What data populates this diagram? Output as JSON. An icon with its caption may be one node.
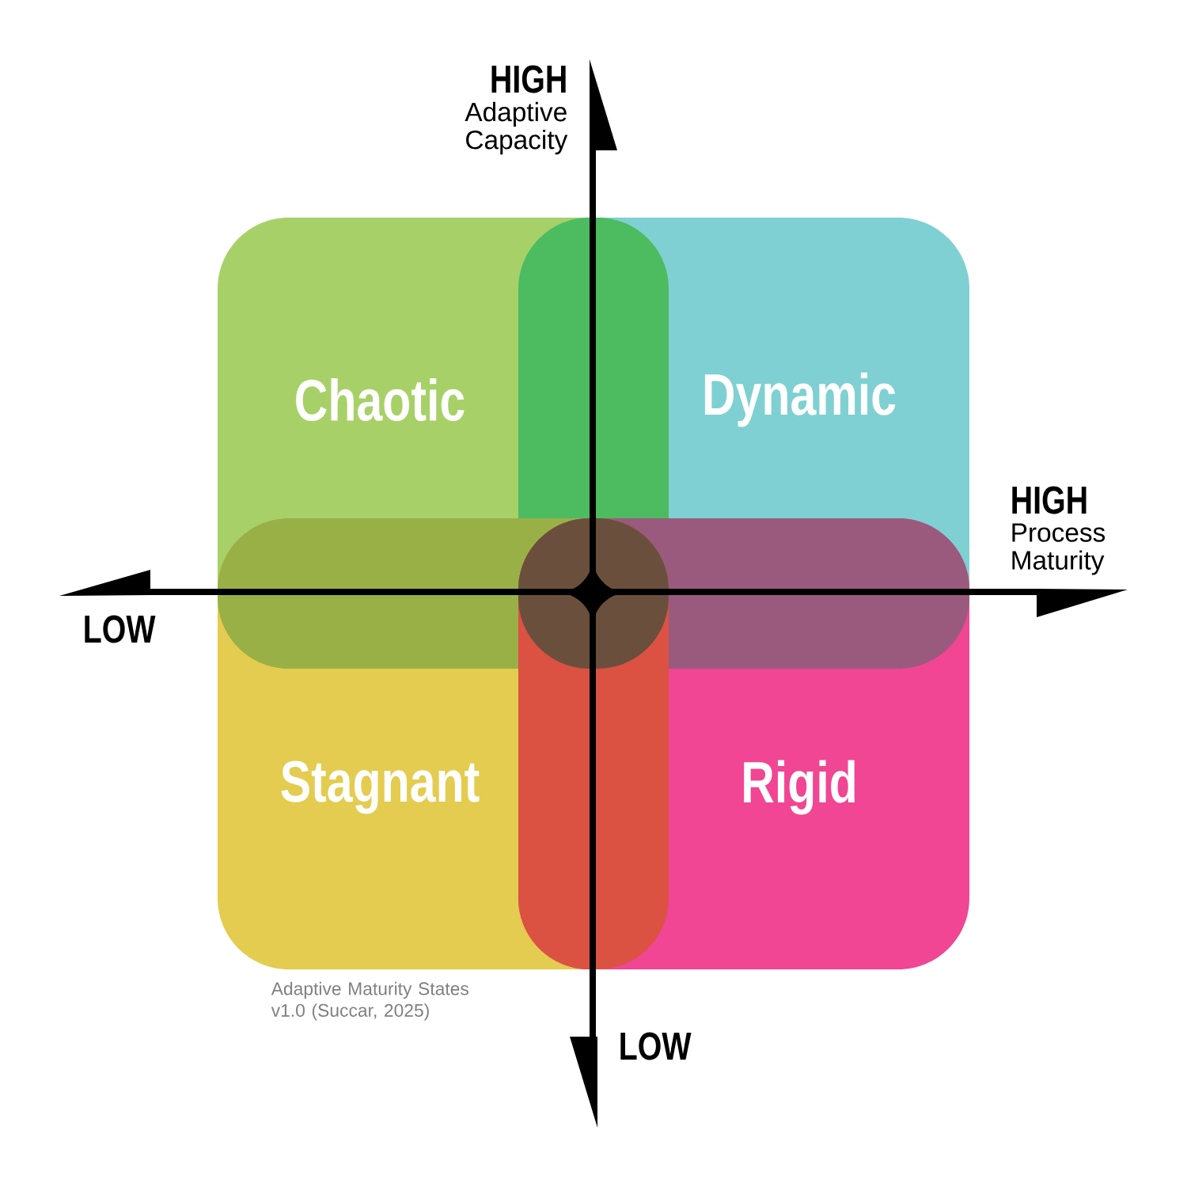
{
  "diagram": {
    "nodes": [
      {
        "text": [
          "Chaotic"
        ]
      },
      {
        "text": [
          "Dynamic"
        ]
      },
      {
        "text": [
          "Stagnant"
        ]
      },
      {
        "text": [
          "Rigid"
        ]
      }
    ],
    "labels": [
      "HIGH",
      "Adaptive Capacity",
      "HIGH",
      "Process Maturity",
      "LOW",
      "LOW"
    ],
    "caption": "Adaptive Maturity States v1.0 (Succar, 2025)"
  }
}
